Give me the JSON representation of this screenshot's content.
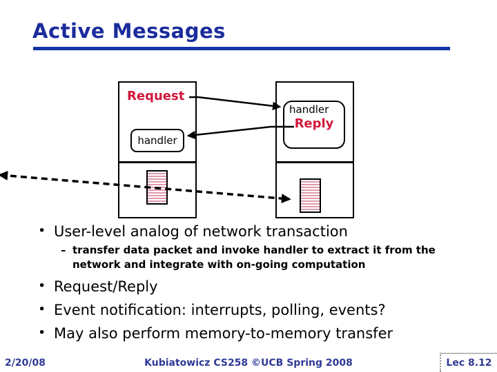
{
  "chars": {
    "bullet": "•",
    "dash": "–"
  },
  "slide": {
    "title": "Active Messages"
  },
  "diagram": {
    "request_label": "Request",
    "reply_label": "Reply",
    "left_handler_label": "handler",
    "right_handler_label": "handler"
  },
  "bullets": {
    "b1": "User-level analog of network transaction",
    "sub1": "transfer data packet and invoke handler to extract it from the network and integrate with on-going computation",
    "b2": "Request/Reply",
    "b3": "Event notification: interrupts, polling, events?",
    "b4": "May also perform memory-to-memory transfer"
  },
  "footer": {
    "date": "2/20/08",
    "credit": "Kubiatowicz CS258 ©UCB Spring 2008",
    "lecture": "Lec 8.12"
  },
  "colors": {
    "title_blue": "#1c2c9c",
    "underline_blue": "#1334a5",
    "red": "#d1173a",
    "footer_blue": "#2f3a96",
    "memory_stripe_pink": "#e09aad"
  }
}
